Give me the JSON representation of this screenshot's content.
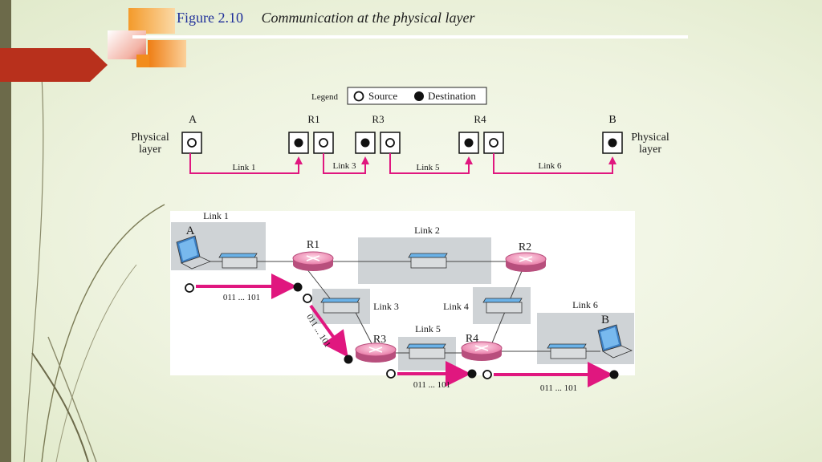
{
  "title": {
    "figure": "Figure 2.10",
    "caption": "Communication at the physical layer"
  },
  "legend": {
    "label": "Legend",
    "source": "Source",
    "destination": "Destination"
  },
  "top": {
    "nodes": {
      "A": "A",
      "R1": "R1",
      "R3": "R3",
      "R4": "R4",
      "B": "B"
    },
    "physical_left": [
      "Physical",
      "layer"
    ],
    "physical_right": [
      "Physical",
      "layer"
    ],
    "links": {
      "link1": "Link 1",
      "link3": "Link 3",
      "link5": "Link 5",
      "link6": "Link 6"
    }
  },
  "bottom": {
    "link_labels": {
      "link1": "Link 1",
      "link2": "Link 2",
      "link3": "Link 3",
      "link4": "Link 4",
      "link5": "Link 5",
      "link6": "Link 6"
    },
    "node_labels": {
      "A": "A",
      "R1": "R1",
      "R2": "R2",
      "R3": "R3",
      "R4": "R4",
      "B": "B"
    },
    "bits": "011 ... 101"
  },
  "colors": {
    "accent": "#e0177f",
    "title_blue": "#1f2f9a",
    "stripe": "#6c6a4a",
    "red_arrow": "#b8301c",
    "orange": "#f08a1a"
  }
}
